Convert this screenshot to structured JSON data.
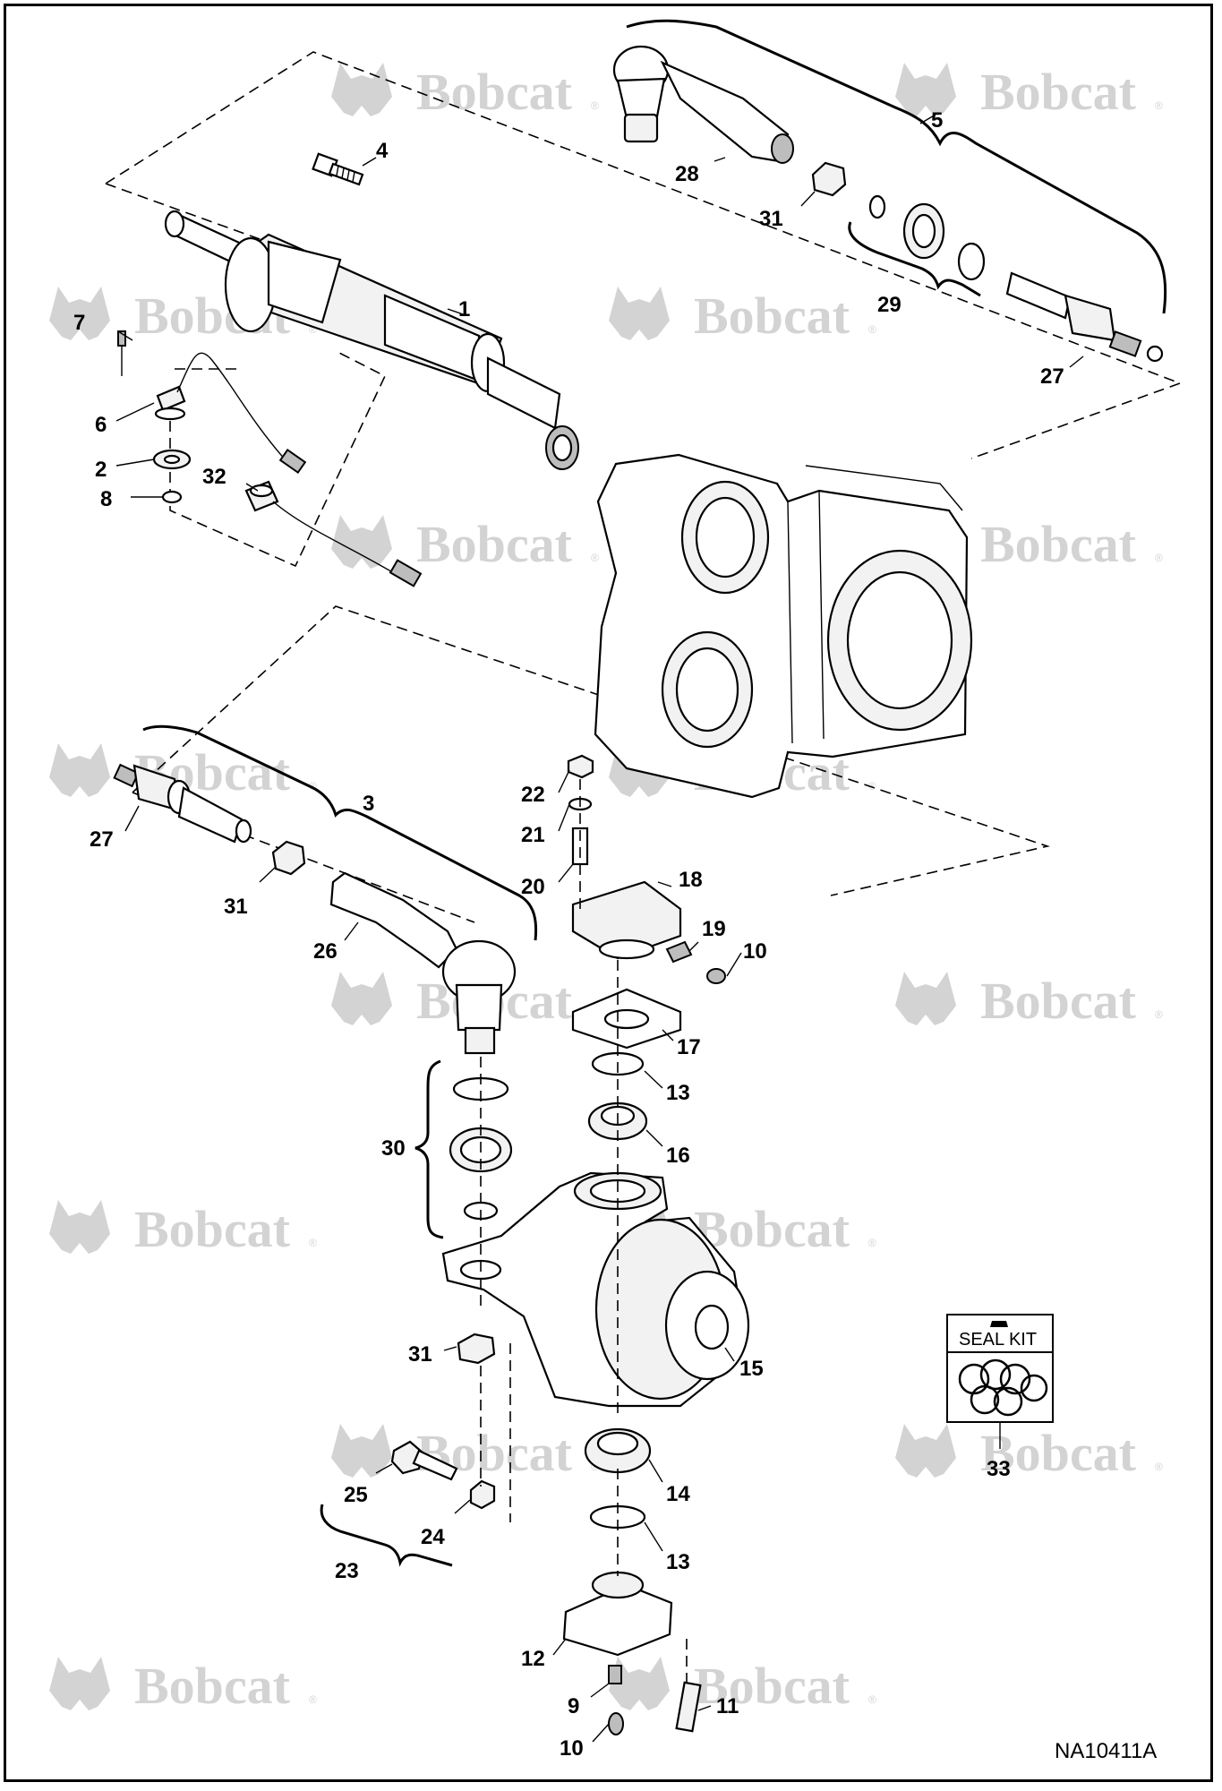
{
  "watermark": {
    "text": "Bobcat",
    "reg": "®"
  },
  "callouts": [
    {
      "id": "c1",
      "text": "1"
    },
    {
      "id": "c2",
      "text": "2"
    },
    {
      "id": "c3",
      "text": "3"
    },
    {
      "id": "c4",
      "text": "4"
    },
    {
      "id": "c5",
      "text": "5"
    },
    {
      "id": "c6",
      "text": "6"
    },
    {
      "id": "c7",
      "text": "7"
    },
    {
      "id": "c8",
      "text": "8"
    },
    {
      "id": "c9",
      "text": "9"
    },
    {
      "id": "c10a",
      "text": "10"
    },
    {
      "id": "c10b",
      "text": "10"
    },
    {
      "id": "c11",
      "text": "11"
    },
    {
      "id": "c12",
      "text": "12"
    },
    {
      "id": "c13a",
      "text": "13"
    },
    {
      "id": "c13b",
      "text": "13"
    },
    {
      "id": "c14",
      "text": "14"
    },
    {
      "id": "c15",
      "text": "15"
    },
    {
      "id": "c16",
      "text": "16"
    },
    {
      "id": "c17",
      "text": "17"
    },
    {
      "id": "c18",
      "text": "18"
    },
    {
      "id": "c19",
      "text": "19"
    },
    {
      "id": "c20",
      "text": "20"
    },
    {
      "id": "c21",
      "text": "21"
    },
    {
      "id": "c22",
      "text": "22"
    },
    {
      "id": "c23",
      "text": "23"
    },
    {
      "id": "c24",
      "text": "24"
    },
    {
      "id": "c25",
      "text": "25"
    },
    {
      "id": "c26",
      "text": "26"
    },
    {
      "id": "c27a",
      "text": "27"
    },
    {
      "id": "c27b",
      "text": "27"
    },
    {
      "id": "c28",
      "text": "28"
    },
    {
      "id": "c29",
      "text": "29"
    },
    {
      "id": "c30",
      "text": "30"
    },
    {
      "id": "c31a",
      "text": "31"
    },
    {
      "id": "c31b",
      "text": "31"
    },
    {
      "id": "c31c",
      "text": "31"
    },
    {
      "id": "c32",
      "text": "32"
    },
    {
      "id": "c33",
      "text": "33"
    }
  ],
  "seal_kit": {
    "label": "SEAL KIT",
    "callout": "33"
  },
  "drawing_id": "NA10411A"
}
